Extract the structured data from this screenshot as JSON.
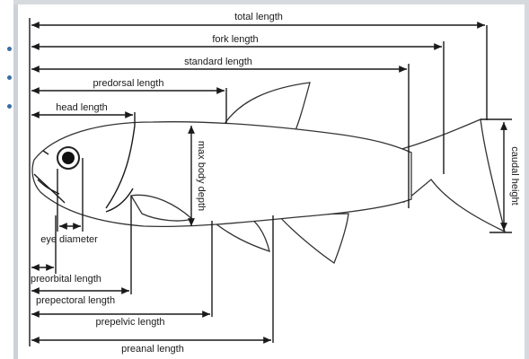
{
  "colors": {
    "line": "#1a1a1a",
    "border": "#cdd2d8",
    "accent_dots": "#3a6ea5"
  },
  "labels": {
    "total_length": "total length",
    "fork_length": "fork length",
    "standard_length": "standard length",
    "predorsal_length": "predorsal length",
    "head_length": "head length",
    "max_body_depth": "max body depth",
    "caudal_height": "caudal height",
    "eye_diameter": "eye diameter",
    "preorbital_length": "preorbital length",
    "prepectoral_length": "prepectoral length",
    "prepelvic_length": "prepelvic length",
    "preanal_length": "preanal length"
  }
}
